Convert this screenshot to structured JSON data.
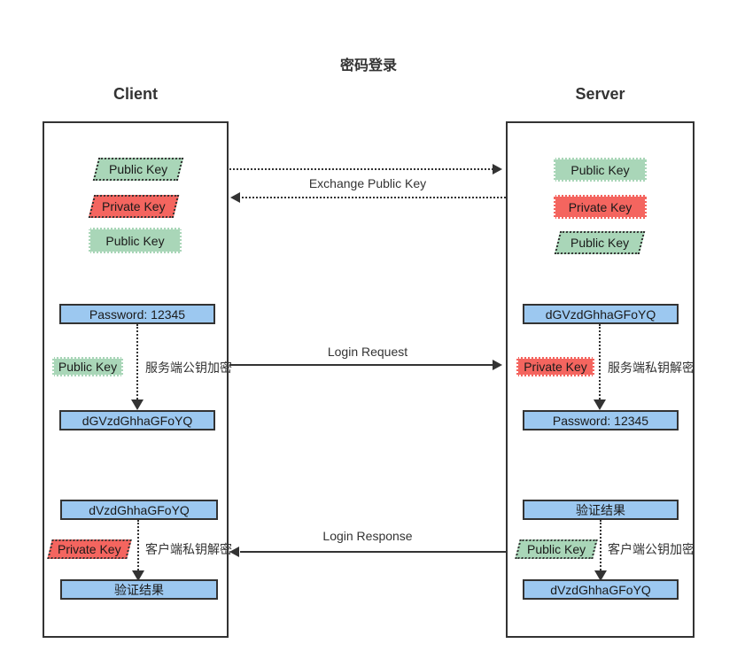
{
  "title": "密码登录",
  "colors": {
    "green": "#a9d6b8",
    "red": "#f4655f",
    "blue": "#9cc8f0",
    "line": "#333333"
  },
  "client": {
    "header": "Client",
    "keys": [
      {
        "label": "Public Key"
      },
      {
        "label": "Private Key"
      },
      {
        "label": "Public Key"
      }
    ],
    "password_box": "Password: 12345",
    "encrypt_key": "Public Key",
    "encrypt_note": "服务端公钥加密",
    "cipher_box": "dGVzdGhhaGFoYQ",
    "response_cipher_box": "dVzdGhhaGFoYQ",
    "decrypt_key": "Private Key",
    "decrypt_note": "客户端私钥解密",
    "result_box": "验证结果"
  },
  "server": {
    "header": "Server",
    "keys": [
      {
        "label": "Public Key"
      },
      {
        "label": "Private Key"
      },
      {
        "label": "Public Key"
      }
    ],
    "cipher_box": "dGVzdGhhaGFoYQ",
    "decrypt_key": "Private Key",
    "decrypt_note": "服务端私钥解密",
    "password_box": "Password: 12345",
    "result_box": "验证结果",
    "encrypt_key": "Public Key",
    "encrypt_note": "客户端公钥加密",
    "response_cipher_box": "dVzdGhhaGFoYQ"
  },
  "messages": {
    "exchange_public_key": "Exchange Public Key",
    "login_request": "Login Request",
    "login_response": "Login Response"
  }
}
